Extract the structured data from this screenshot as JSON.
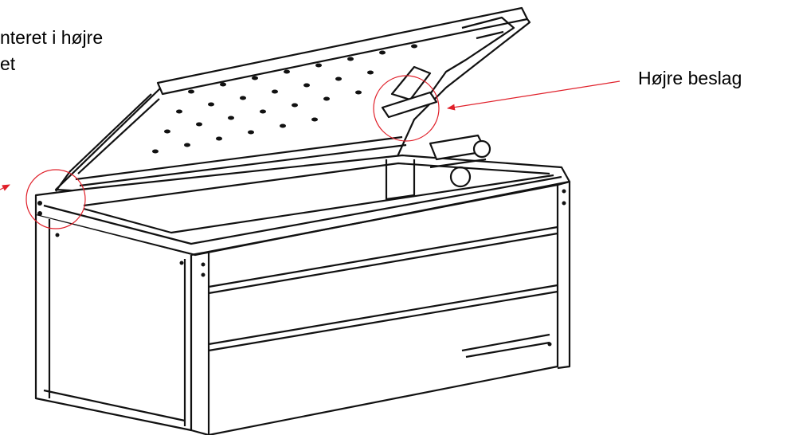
{
  "labels": {
    "left_line1": "nteret i højre",
    "left_line2": "et",
    "right": "Højre beslag"
  },
  "colors": {
    "annotation": "#e0202a",
    "line": "#111111"
  }
}
